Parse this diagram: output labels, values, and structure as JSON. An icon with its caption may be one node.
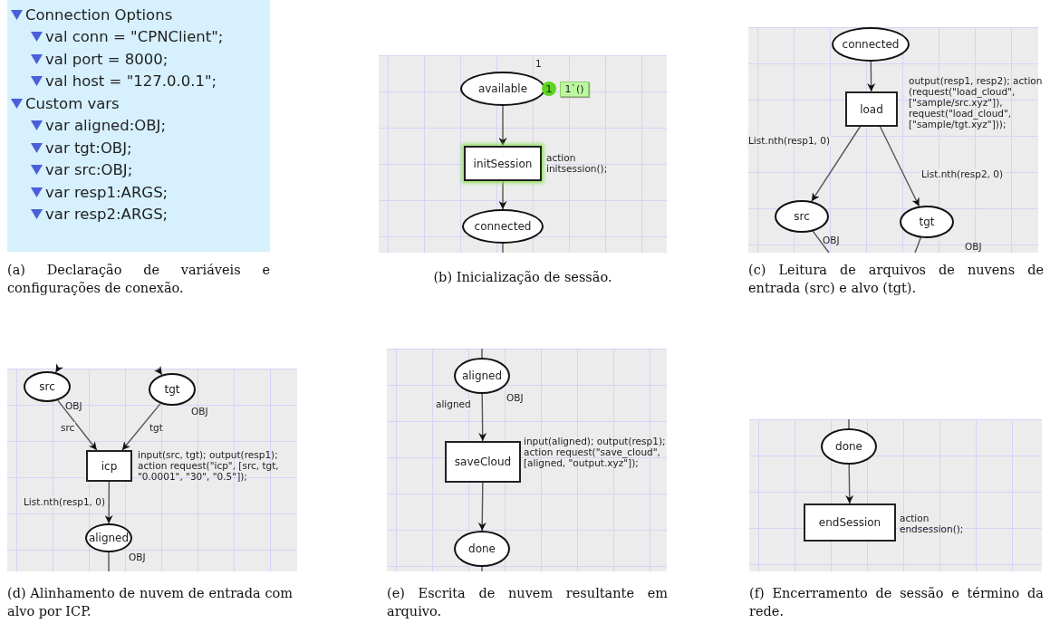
{
  "diagram": {
    "nodes": [
      {
        "text": [
          "Connection Options",
          "val conn = \"CPNClient\";",
          "val port = 8000;",
          "val host = \"127.0.0.1\";",
          "Custom vars",
          "var aligned:OBJ;",
          "var tgt:OBJ;",
          "var src:OBJ;",
          "var resp1:ARGS;",
          "var resp2:ARGS;"
        ],
        "beside": [
          "(a) Declaração de variáveis e configurações de conexão."
        ]
      },
      {
        "text": [],
        "shape": "box",
        "beside": [
          "(b) Inicialização de sessão."
        ]
      },
      {
        "text": [
          "available"
        ],
        "in": 1,
        "beside": [
          "1"
        ]
      },
      {
        "text": [
          "1"
        ],
        "in": 1
      },
      {
        "text": [
          "1`()"
        ],
        "in": 1
      },
      {
        "text": [
          "initSession"
        ],
        "in": 1,
        "beside": [
          "action initsession();"
        ]
      },
      {
        "text": [
          "connected"
        ],
        "in": 1
      },
      {
        "text": [],
        "shape": "box",
        "beside": [
          "(c) Leitura de arquivos de nuvens de entrada (src) e alvo (tgt)."
        ]
      },
      {
        "text": [
          "connected"
        ],
        "in": 7
      },
      {
        "text": [
          "load"
        ],
        "in": 7,
        "beside": [
          "output(resp1, resp2); action (request(\"load_cloud\", [\"sample/src.xyz\"]), request(\"load_cloud\", [\"sample/tgt.xyz\"]));"
        ]
      },
      {
        "text": [
          "src"
        ],
        "in": 7,
        "beside": [
          "OBJ"
        ]
      },
      {
        "text": [
          "tgt"
        ],
        "in": 7,
        "beside": [
          "OBJ"
        ]
      },
      {
        "text": [],
        "shape": "box",
        "beside": [
          "(d) Alinhamento de nuvem de entrada com alvo por ICP."
        ]
      },
      {
        "text": [
          "src"
        ],
        "in": 12,
        "beside": [
          "OBJ"
        ]
      },
      {
        "text": [
          "tgt"
        ],
        "in": 12,
        "beside": [
          "OBJ"
        ]
      },
      {
        "text": [
          "icp"
        ],
        "in": 12,
        "beside": [
          "input(src, tgt); output(resp1); action request(\"icp\", [src, tgt,  \"0.0001\", \"30\", \"0.5\"]);"
        ]
      },
      {
        "text": [
          "aligned"
        ],
        "in": 12,
        "beside": [
          "OBJ"
        ]
      },
      {
        "text": [],
        "shape": "box",
        "beside": [
          "(e) Escrita de nuvem resultante em arquivo."
        ]
      },
      {
        "text": [
          "aligned"
        ],
        "in": 17,
        "beside": [
          "OBJ"
        ]
      },
      {
        "text": [
          "saveCloud"
        ],
        "in": 17,
        "beside": [
          "input(aligned); output(resp1); action request(\"save_cloud\", [aligned, \"output.xyz\"]);"
        ]
      },
      {
        "text": [
          "done"
        ],
        "in": 17
      },
      {
        "text": [],
        "shape": "box",
        "beside": [
          "(f) Encerramento de sessão e término da rede."
        ]
      },
      {
        "text": [
          "done"
        ],
        "in": 21
      },
      {
        "text": [
          "endSession"
        ],
        "in": 21,
        "beside": [
          "action endsession();"
        ]
      }
    ],
    "edges": [
      {
        "from": 2,
        "to": 5,
        "arrow": "to"
      },
      {
        "from": 5,
        "to": 6,
        "arrow": "to"
      },
      {
        "from": 6,
        "to": null,
        "arrow": "none"
      },
      {
        "from": 8,
        "to": 9,
        "arrow": "to"
      },
      {
        "from": 9,
        "to": 10,
        "arrow": "to",
        "label": "List.nth(resp1, 0)"
      },
      {
        "from": 9,
        "to": 11,
        "arrow": "to",
        "label": "List.nth(resp2, 0)"
      },
      {
        "from": 10,
        "to": null,
        "arrow": "none"
      },
      {
        "from": 11,
        "to": null,
        "arrow": "none"
      },
      {
        "from": null,
        "to": 13,
        "arrow": "to"
      },
      {
        "from": null,
        "to": 14,
        "arrow": "to"
      },
      {
        "from": 13,
        "to": 15,
        "arrow": "to",
        "label": "src"
      },
      {
        "from": 14,
        "to": 15,
        "arrow": "to",
        "label": "tgt"
      },
      {
        "from": 15,
        "to": 16,
        "arrow": "to",
        "label": "List.nth(resp1, 0)"
      },
      {
        "from": 16,
        "to": null,
        "arrow": "none"
      },
      {
        "from": null,
        "to": 18,
        "arrow": "none"
      },
      {
        "from": 18,
        "to": 19,
        "arrow": "to",
        "label": "aligned"
      },
      {
        "from": 19,
        "to": 20,
        "arrow": "to"
      },
      {
        "from": 20,
        "to": null,
        "arrow": "none"
      },
      {
        "from": null,
        "to": 22,
        "arrow": "none"
      },
      {
        "from": 22,
        "to": 23,
        "arrow": "to"
      }
    ]
  }
}
